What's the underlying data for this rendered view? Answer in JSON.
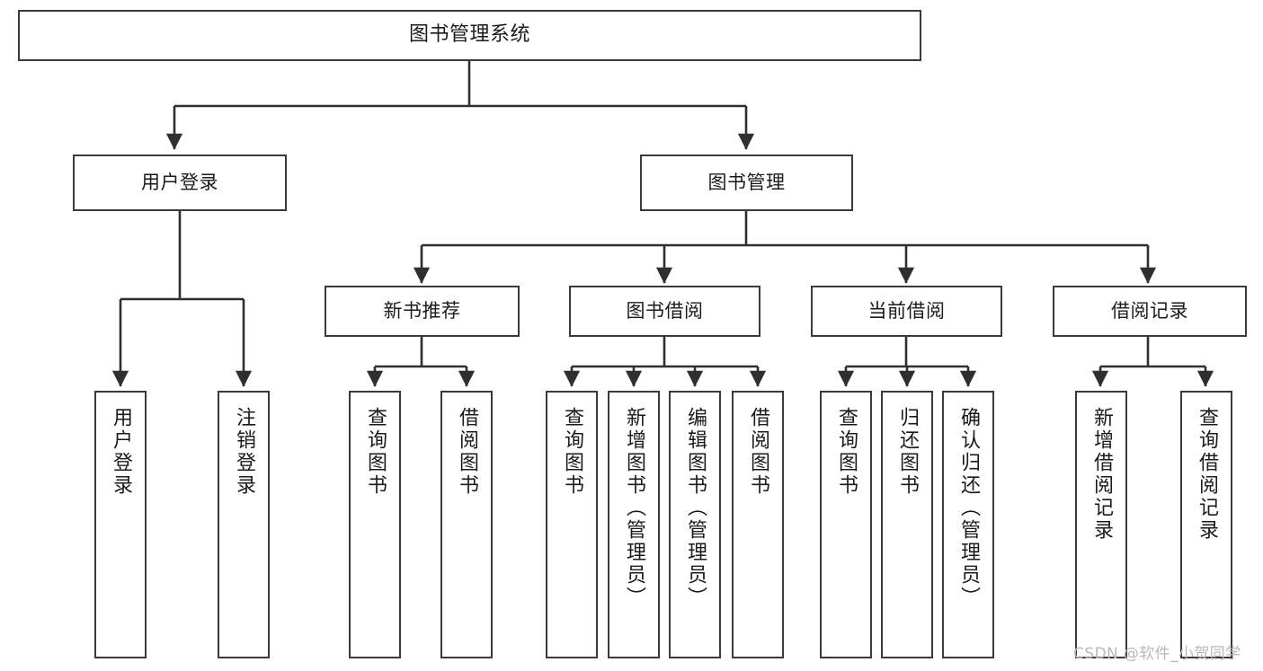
{
  "diagram": {
    "title": "图书管理系统",
    "type": "hierarchy-tree",
    "watermark": "CSDN @软件_小贺同学",
    "colors": {
      "box_border": "#3a3a3a",
      "box_fill": "#ffffff",
      "edge": "#2f2f2f",
      "text": "#1b1b1b",
      "watermark": "#b9b9b9",
      "background": "#ffffff"
    },
    "levels": {
      "root": {
        "label": "图书管理系统"
      },
      "level2": [
        {
          "label": "用户登录"
        },
        {
          "label": "图书管理"
        }
      ],
      "level3": [
        {
          "label": "新书推荐"
        },
        {
          "label": "图书借阅"
        },
        {
          "label": "当前借阅"
        },
        {
          "label": "借阅记录"
        }
      ]
    },
    "nodes": {
      "root": "图书管理系统",
      "user_login": "用户登录",
      "book_manage": "图书管理",
      "new_book_rec": "新书推荐",
      "book_borrow": "图书借阅",
      "current_borrow": "当前借阅",
      "borrow_record": "借阅记录",
      "leaf_user_login": "用户登录",
      "leaf_user_logout": "注销登录",
      "leaf_query_book_1": "查询图书",
      "leaf_borrow_book_1": "借阅图书",
      "leaf_query_book_2": "查询图书",
      "leaf_add_book_admin": "新增图书（管理员）",
      "leaf_edit_book_admin": "编辑图书（管理员）",
      "leaf_borrow_book_2": "借阅图书",
      "leaf_query_book_3": "查询图书",
      "leaf_return_book": "归还图书",
      "leaf_confirm_return_admin": "确认归还（管理员）",
      "leaf_add_borrow_record": "新增借阅记录",
      "leaf_query_borrow_record": "查询借阅记录"
    }
  }
}
